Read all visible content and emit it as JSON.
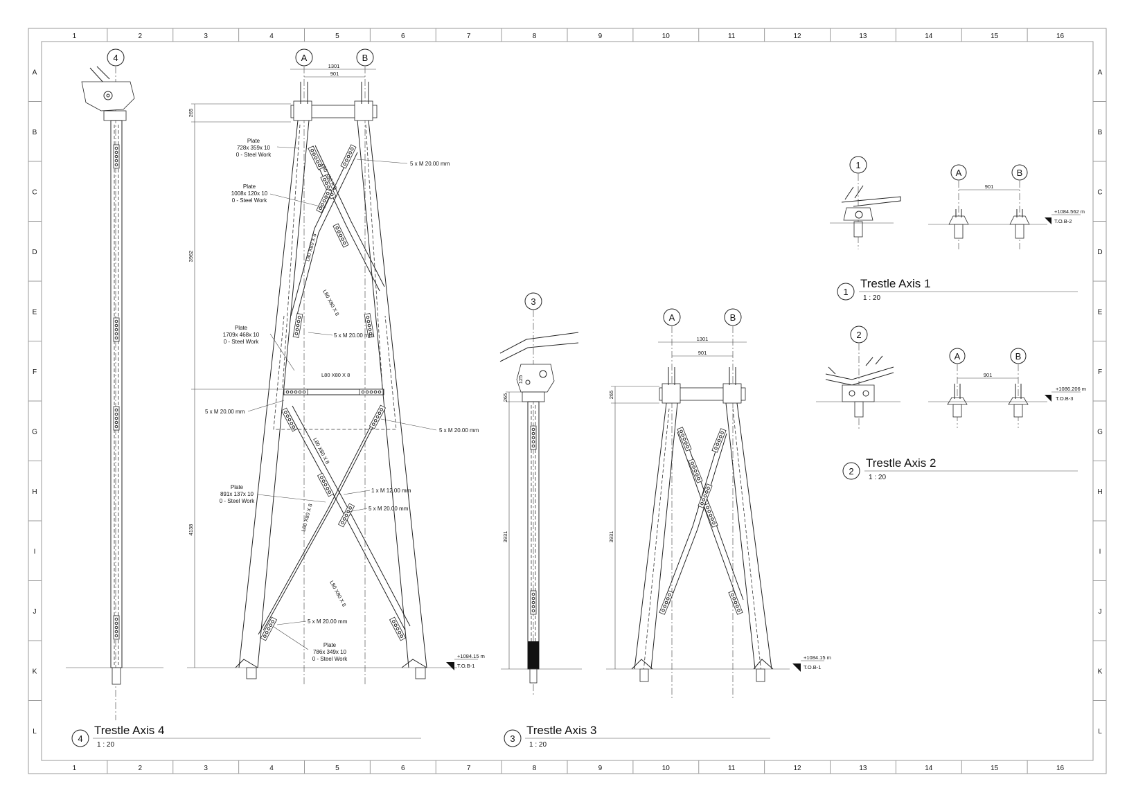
{
  "sheet": {
    "columns": [
      "1",
      "2",
      "3",
      "4",
      "5",
      "6",
      "7",
      "8",
      "9",
      "10",
      "11",
      "12",
      "13",
      "14",
      "15",
      "16"
    ],
    "rows": [
      "A",
      "B",
      "C",
      "D",
      "E",
      "F",
      "G",
      "H",
      "I",
      "J",
      "K",
      "L"
    ]
  },
  "views": {
    "axis4": {
      "number": "4",
      "title": "Trestle Axis 4",
      "scale": "1 : 20"
    },
    "axis3": {
      "number": "3",
      "title": "Trestle Axis 3",
      "scale": "1 : 20"
    },
    "axis1": {
      "number": "1",
      "title": "Trestle Axis 1",
      "scale": "1 : 20"
    },
    "axis2": {
      "number": "2",
      "title": "Trestle Axis 2",
      "scale": "1 : 20"
    }
  },
  "gridlines": {
    "a": "A",
    "b": "B"
  },
  "dims": {
    "d1301": "1301",
    "d901": "901",
    "d265": "265",
    "d3962": "3962",
    "d4138": "4138",
    "d125": "125",
    "d3931": "3931"
  },
  "notes": {
    "plate1": [
      "Plate",
      "728x 359x 10",
      "0 - Steel Work"
    ],
    "plate2": [
      "Plate",
      "1008x 120x 10",
      "0 - Steel Work"
    ],
    "plate3": [
      "Plate",
      "1709x 468x 10",
      "0 - Steel Work"
    ],
    "plate4": [
      "Plate",
      "891x 137x 10",
      "0 - Steel Work"
    ],
    "plate5": [
      "Plate",
      "786x 349x 10",
      "0 - Steel Work"
    ],
    "bolt5": "5 x M 20.00 mm",
    "bolt1": "1 x M 12.00 mm",
    "angle": "L80 X80 X 8"
  },
  "levels": {
    "ax4": {
      "value": "+1084.15 m",
      "tag": "T.O.B-1"
    },
    "ax3": {
      "value": "+1084.15 m",
      "tag": "T.O.B-1"
    },
    "ax1": {
      "value": "+1084.562 m",
      "tag": "T.O.B-2"
    },
    "ax2": {
      "value": "+1086.206 m",
      "tag": "T.O.B-3"
    }
  },
  "colors": {
    "line": "#222222",
    "frame": "#999999",
    "paper": "#ffffff"
  }
}
